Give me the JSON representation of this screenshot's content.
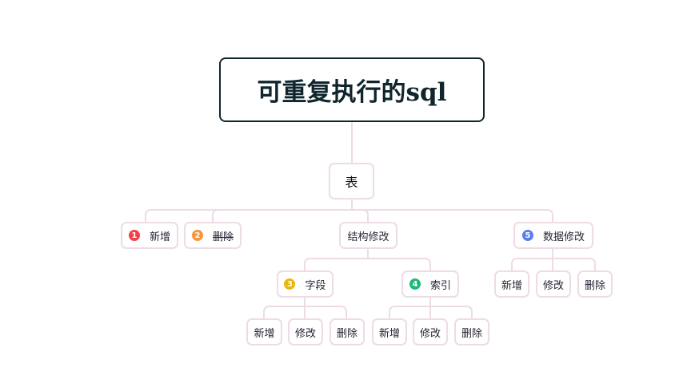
{
  "mindmap": {
    "root": {
      "label": "可重复执行的sql"
    },
    "main": {
      "label": "表"
    },
    "branches": [
      {
        "label": "新增",
        "marker": "1",
        "marker_color": "#f0424a",
        "strikethrough": false
      },
      {
        "label": "删除",
        "marker": "2",
        "marker_color": "#f7953b",
        "strikethrough": true
      },
      {
        "label": "结构修改",
        "children": [
          {
            "label": "字段",
            "marker": "3",
            "marker_color": "#eab80c",
            "children": [
              {
                "label": "新增"
              },
              {
                "label": "修改"
              },
              {
                "label": "删除"
              }
            ]
          },
          {
            "label": "索引",
            "marker": "4",
            "marker_color": "#1eb97a",
            "children": [
              {
                "label": "新增"
              },
              {
                "label": "修改"
              },
              {
                "label": "删除"
              }
            ]
          }
        ]
      },
      {
        "label": "数据修改",
        "marker": "5",
        "marker_color": "#5a7ef0",
        "children": [
          {
            "label": "新增"
          },
          {
            "label": "修改"
          },
          {
            "label": "删除"
          }
        ]
      }
    ]
  },
  "colors": {
    "root_border": "#10252d",
    "node_border": "#eedbe6",
    "connector": "#eedbe6"
  }
}
